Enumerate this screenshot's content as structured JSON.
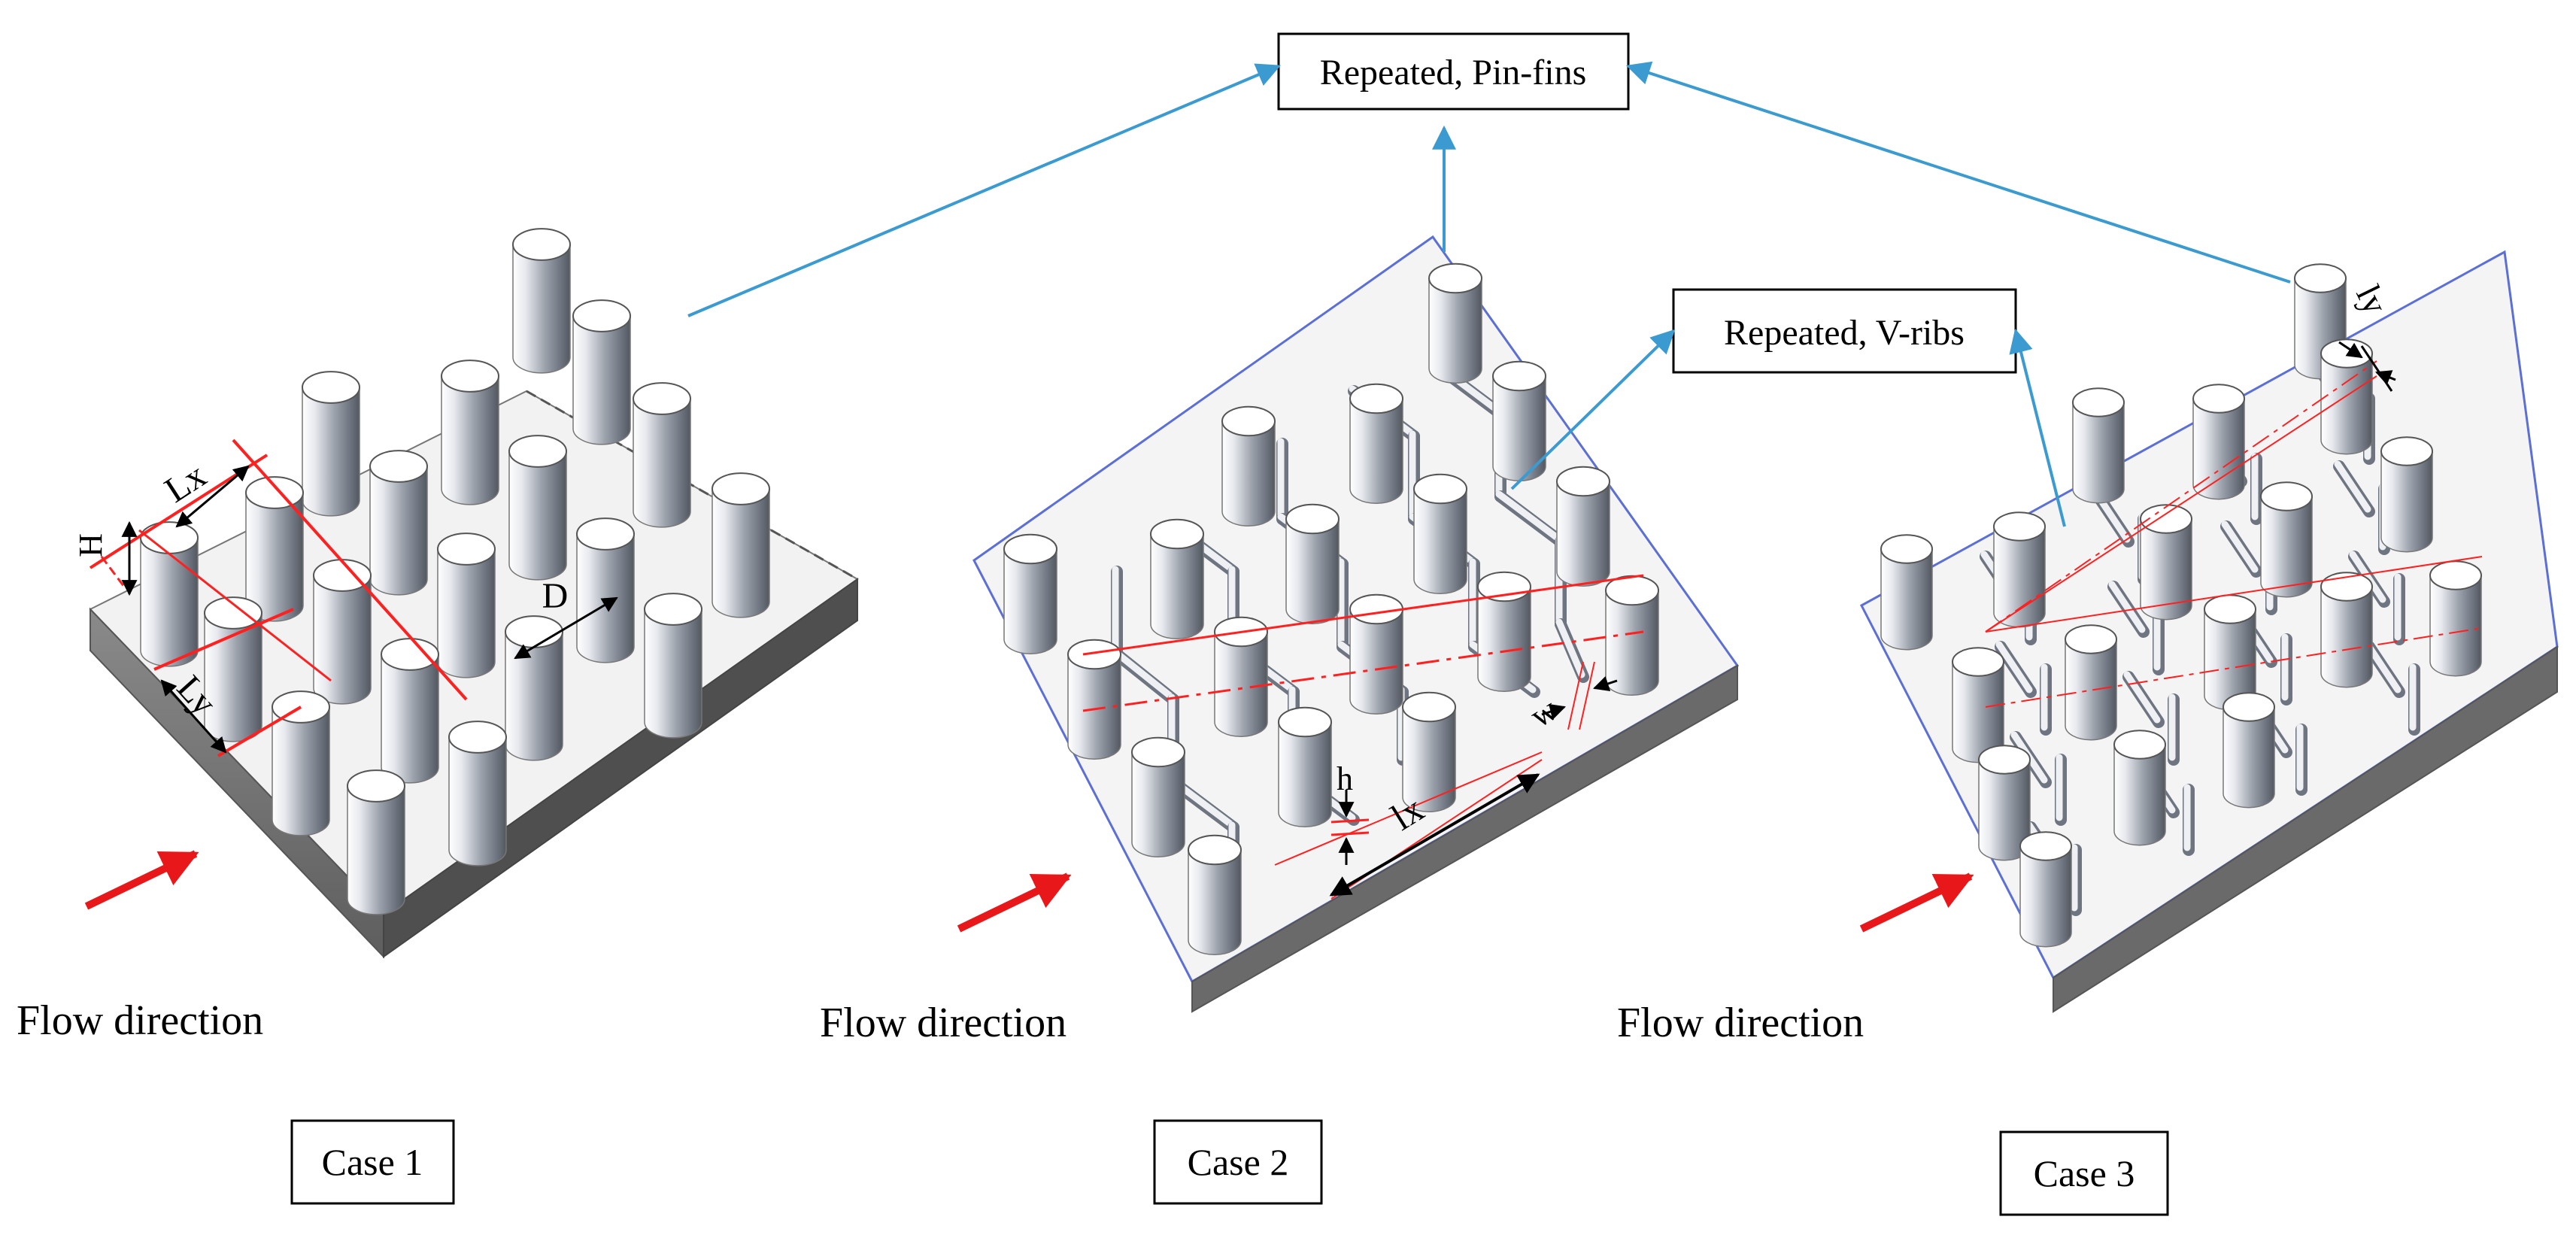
{
  "callouts": {
    "pin_fins": "Repeated, Pin-fins",
    "v_ribs": "Repeated, V-ribs"
  },
  "flow_label": "Flow direction",
  "cases": [
    {
      "label": "Case 1"
    },
    {
      "label": "Case 2"
    },
    {
      "label": "Case 3"
    }
  ],
  "dimensions": {
    "H": "H",
    "Lx": "Lx",
    "Ly": "Ly",
    "D": "D",
    "h": "h",
    "lx": "lx",
    "w": "w",
    "ly": "ly"
  },
  "colors": {
    "flow_arrow": "#e8181a",
    "callout_arrow": "#3b9bd0",
    "plate_edge": "#5b6fd6",
    "construction_line": "#ff2020",
    "dimension": "#000000"
  }
}
